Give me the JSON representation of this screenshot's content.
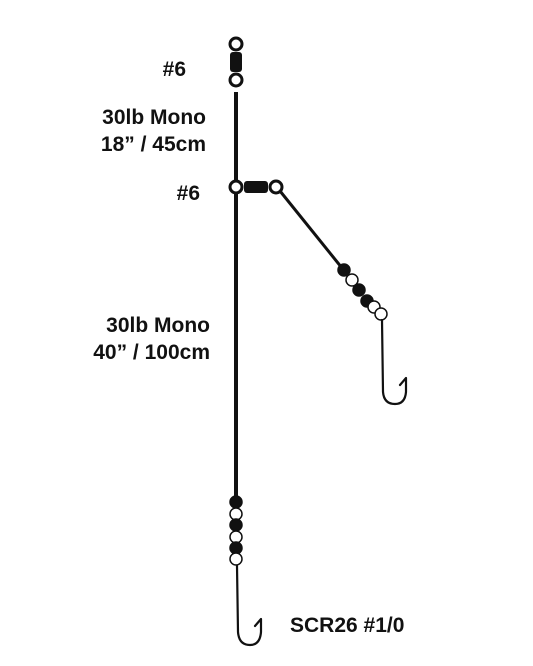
{
  "labels": {
    "swivel_top": "#6",
    "main_line_spec": "30lb Mono",
    "main_line_length": "18” / 45cm",
    "swivel_branch": "#6",
    "lower_line_spec": "30lb Mono",
    "lower_line_length": "40” / 100cm",
    "hook": "SCR26 #1/0"
  },
  "colors": {
    "line": "#111111",
    "bead_dark": "#111111",
    "bead_light": "#ffffff"
  }
}
